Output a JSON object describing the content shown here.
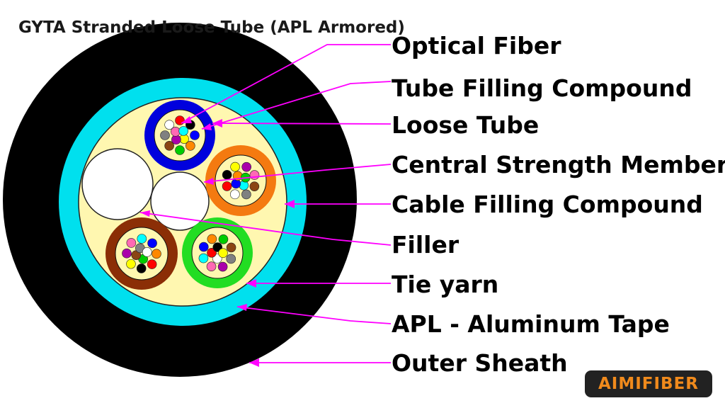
{
  "title": "GYTA Stranded Loose Tube (APL Armored)",
  "labels": [
    "Optical Fiber",
    "Tube Filling Compound",
    "Loose Tube",
    "Central Strength Member",
    "Cable Filling Compound",
    "Filler",
    "Tie yarn",
    "APL - Aluminum Tape",
    "Outer Sheath"
  ],
  "brand": "AIMIFIBER",
  "colors": {
    "outer_sheath": "#000000",
    "aluminum_tape": "#00e0ee",
    "cable_filling": "#fff7b0",
    "leader": "#ff00ff",
    "tube_blue": "#0000dd",
    "tube_orange": "#f47a10",
    "tube_brown": "#8b2e06",
    "tube_green": "#22dd22",
    "brand_text": "#f08a1c"
  },
  "fiber_colors": [
    "#0000ff",
    "#ff8800",
    "#00cc00",
    "#8b4513",
    "#808080",
    "#ffffff",
    "#ff0000",
    "#000000",
    "#ffff00",
    "#aa00aa",
    "#ff69b4",
    "#00ffff"
  ]
}
